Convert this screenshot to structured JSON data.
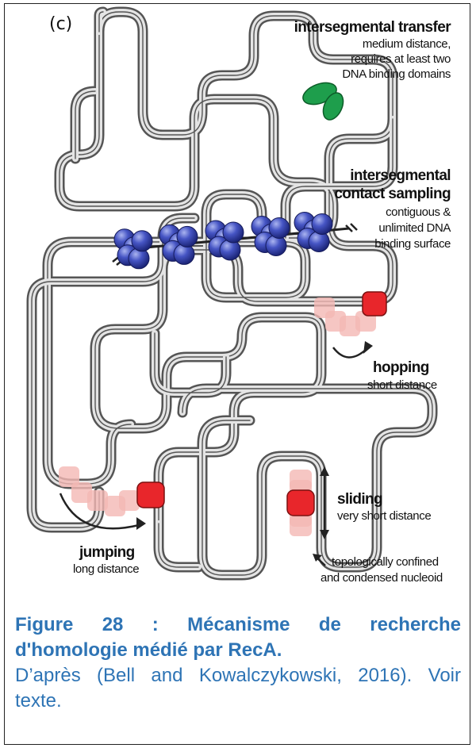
{
  "figure": {
    "panel_label": "(c)",
    "labels": {
      "intersegmental_transfer": {
        "title": "intersegmental transfer",
        "lines": [
          "medium distance,",
          "requires at least two",
          "DNA binding domains"
        ]
      },
      "contact_sampling": {
        "title_lines": [
          "intersegmental",
          "contact sampling"
        ],
        "lines": [
          "contiguous &",
          "unlimited DNA",
          "binding surface"
        ]
      },
      "hopping": {
        "title": "hopping",
        "sub": "short distance"
      },
      "sliding": {
        "title": "sliding",
        "sub": "very short distance"
      },
      "jumping": {
        "title": "jumping",
        "sub": "long distance"
      },
      "confined": {
        "lines": [
          "topologically confined",
          "and condensed nucleoid"
        ]
      }
    },
    "colors": {
      "dna_outer": "#555555",
      "dna_inner": "#e4e4e4",
      "protein_red": "#e8262b",
      "protein_ghost": "#f4b8b4",
      "binding_green": "#1e9e4c",
      "recA_blue": "#3543b4"
    }
  },
  "caption": {
    "title_line1": "Figure 28 : Mécanisme de recherche",
    "title_line2": "d'homologie médié par RecA.",
    "source_line1": "D’après (Bell and Kowalczykowski, 2016). Voir",
    "source_line2": "texte."
  }
}
